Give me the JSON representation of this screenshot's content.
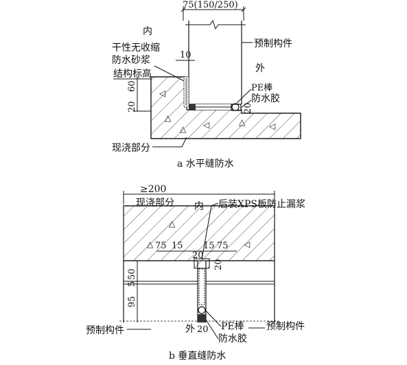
{
  "figure_a": {
    "top_dim": "75(150/250)",
    "inner": "内",
    "outer": "外",
    "precast": "预制构件",
    "dim_10": "10",
    "mortar_line1": "干性无收缩",
    "mortar_line2": "防水砂浆",
    "struct_level": "结构标高",
    "dim_20": "20",
    "dim_60": "60",
    "pe_rod": "PE棒",
    "sealant": "防水胶",
    "dim_20_right": "20",
    "cast_in_place": "现浇部分",
    "caption": "a  水平缝防水"
  },
  "figure_b": {
    "dim_200": "≥200",
    "cast_in_place": "现浇部分",
    "inner": "内",
    "xps_note": "后装XPS板防止漏浆",
    "dim_75_left": "75",
    "dim_15_left": "15",
    "dim_20_top": "20",
    "dim_15_right": "15",
    "dim_75_right": "75",
    "dim_20_side": "20",
    "dim_50": "50",
    "dim_95": "95",
    "dim_5": "5",
    "precast_left": "预制构件",
    "outer": "外",
    "dim_20_bottom": "20",
    "pe_rod": "PE棒",
    "precast_right": "预制构件",
    "sealant": "防水胶",
    "caption": "b  垂直缝防水"
  }
}
